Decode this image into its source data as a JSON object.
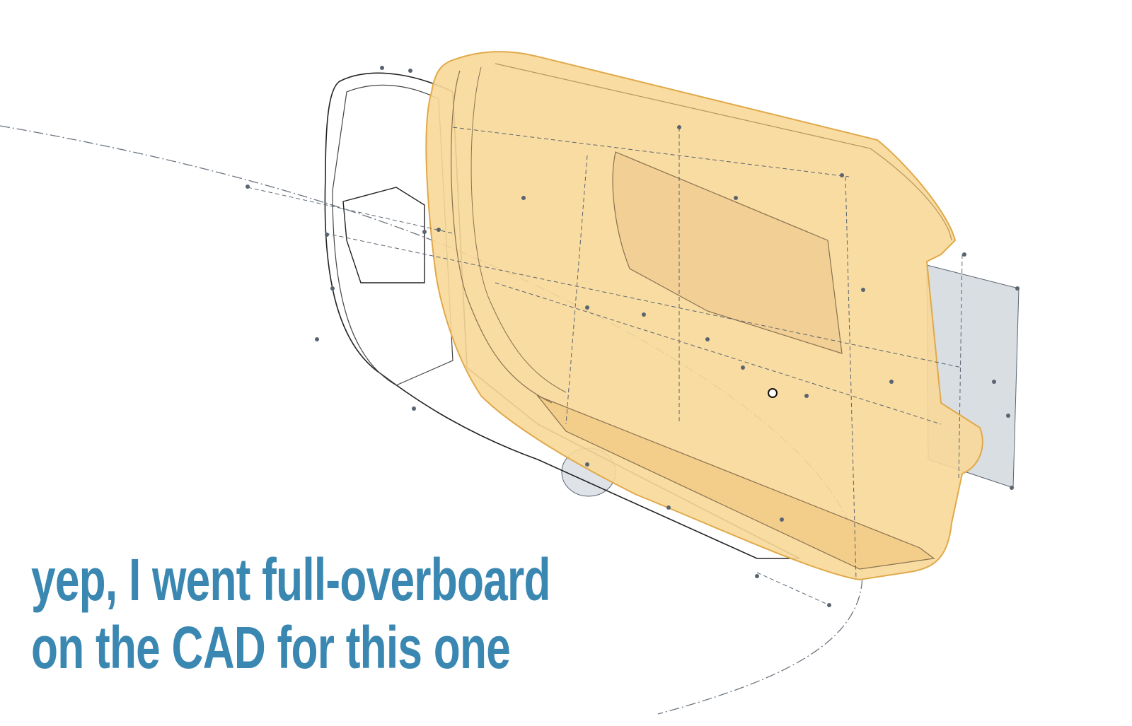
{
  "caption": {
    "line1": "yep, I went full-overboard",
    "line2": "on the CAD for this one"
  },
  "colors": {
    "caption": "#3a87b2",
    "body_fill": "#f8d898",
    "body_stroke": "#e0a94a",
    "sketch": "#5a6470",
    "plane": "#d9dee3"
  },
  "icons": [
    "cad-model",
    "sketch-point",
    "origin-marker"
  ]
}
